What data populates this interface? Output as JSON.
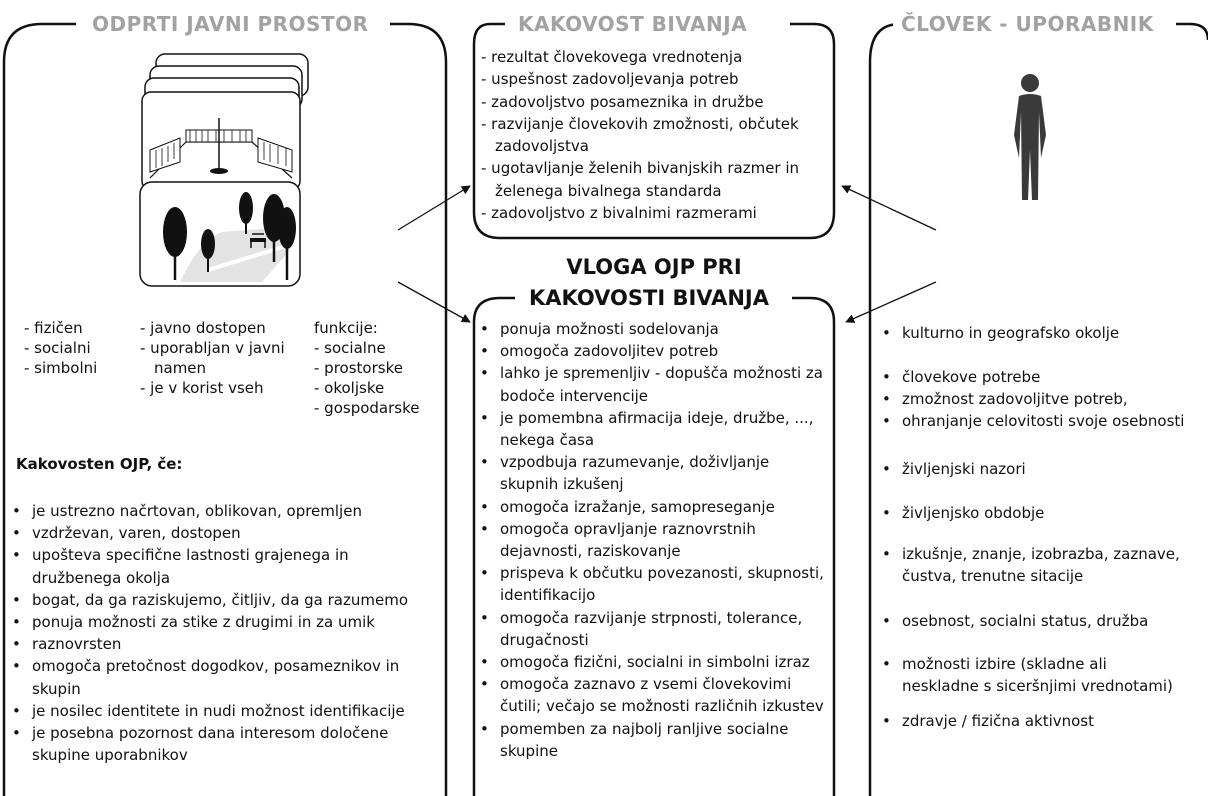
{
  "left": {
    "title": "ODPRTI JAVNI PROSTOR",
    "col1": [
      "- fizičen",
      "- socialni",
      "- simbolni"
    ],
    "col2": [
      "- javno dostopen",
      "- uporabljan v javni",
      "namen",
      "- je v korist vseh"
    ],
    "col3": [
      "funkcije:",
      "- socialne",
      "- prostorske",
      "- okoljske",
      "- gospodarske"
    ],
    "quality_heading": "Kakovosten OJP, če:",
    "quality_items": [
      "je ustrezno načrtovan, oblikovan, opremljen",
      "vzdrževan, varen, dostopen",
      "upošteva specifične lastnosti grajenega in\ndružbenega okolja",
      "bogat, da ga raziskujemo, čitljiv, da ga  razumemo",
      "ponuja možnosti za stike z drugimi in za umik",
      "raznovrsten",
      "omogoča pretočnost dogodkov, posameznikov in\nskupin",
      "je nosilec identitete in nudi možnost identifikacije",
      "je posebna pozornost dana interesom določene\nskupine uporabnikov"
    ]
  },
  "center_top": {
    "title": "KAKOVOST BIVANJA",
    "items": [
      "- rezultat človekovega vrednotenja",
      "- uspešnost zadovoljevanja potreb",
      "- zadovoljstvo posameznika in družbe",
      "- razvijanje človekovih zmožnosti, občutek\nzadovoljstva",
      "- ugotavljanje želenih bivanjskih razmer in\nželenega bivalnega standarda",
      "- zadovoljstvo z bivalnimi razmerami"
    ]
  },
  "center_bottom": {
    "title_line1": "VLOGA OJP PRI",
    "title_line2": "KAKOVOSTI BIVANJA",
    "items": [
      "ponuja možnosti sodelovanja",
      "omogoča zadovoljitev potreb",
      "lahko je spremenljiv - dopušča možnosti za\nbodoče intervencije",
      "je pomembna afirmacija ideje, družbe, ...,\nnekega časa",
      "vzpodbuja razumevanje, doživljanje\nskupnih   izkušenj",
      "omogoča izražanje, samopreseganje",
      "omogoča opravljanje raznovrstnih\ndejavnosti, raziskovanje",
      "prispeva k občutku povezanosti, skupnosti,\nidentifikacijo",
      "omogoča razvijanje strpnosti, tolerance,\ndrugačnosti",
      "omogoča fizični, socialni in simbolni izraz",
      "omogoča zaznavo z vsemi človekovimi\nčutili;  večajo se možnosti različnih izkustev",
      "pomemben za najbolj ranljive socialne\nskupine"
    ]
  },
  "right": {
    "title": "ČLOVEK - UPORABNIK",
    "group1": [
      "kulturno in geografsko okolje"
    ],
    "group2": [
      "človekove potrebe",
      "zmožnost zadovoljitve potreb,",
      "ohranjanje celovitosti svoje osebnosti"
    ],
    "group3": [
      "življenjski nazori"
    ],
    "group4": [
      "življenjsko obdobje"
    ],
    "group5": [
      "izkušnje, znanje, izobrazba, zaznave,\nčustva, trenutne sitacije"
    ],
    "group6": [
      "osebnost, socialni status, družba"
    ],
    "group7": [
      "možnosti izbire (skladne ali\nneskladne s siceršnjimi vrednotami)"
    ],
    "group8": [
      "zdravje / fizična aktivnost"
    ]
  },
  "icons": {
    "public_space": "public-square-icon",
    "person": "person-silhouette-icon"
  },
  "colors": {
    "title_gray": "#a2a2a2",
    "line": "#111111",
    "figure": "#3a3a3a"
  }
}
